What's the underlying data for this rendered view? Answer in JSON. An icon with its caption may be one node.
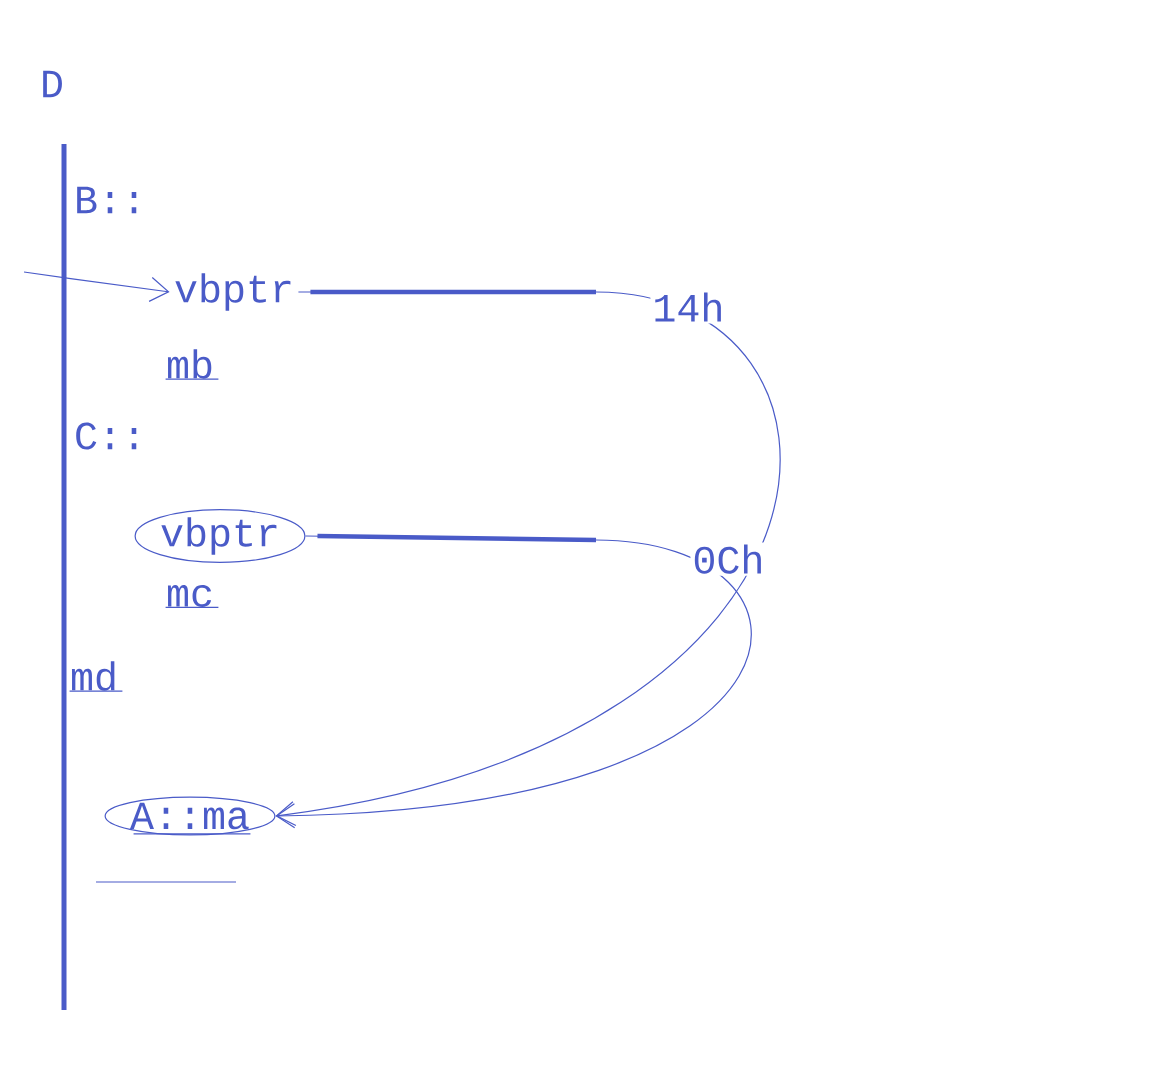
{
  "diagram": {
    "nodes": [
      {
        "text": [
          "D"
        ]
      },
      {
        "text": [
          "B::"
        ]
      },
      {
        "text": [
          "vbptr"
        ]
      },
      {
        "text": [
          "mb"
        ]
      },
      {
        "text": [
          "C::"
        ]
      },
      {
        "text": [
          "vbptr"
        ]
      },
      {
        "text": [
          "mc"
        ]
      },
      {
        "text": [
          "md"
        ]
      },
      {
        "text": [
          "A::ma"
        ]
      }
    ],
    "edges": [
      {
        "from": 2,
        "to": 8,
        "arrow": "to",
        "label": "14h"
      },
      {
        "from": 5,
        "to": 8,
        "arrow": "to",
        "label": "0Ch"
      },
      {
        "from": null,
        "to": 2,
        "arrow": "to"
      }
    ]
  }
}
